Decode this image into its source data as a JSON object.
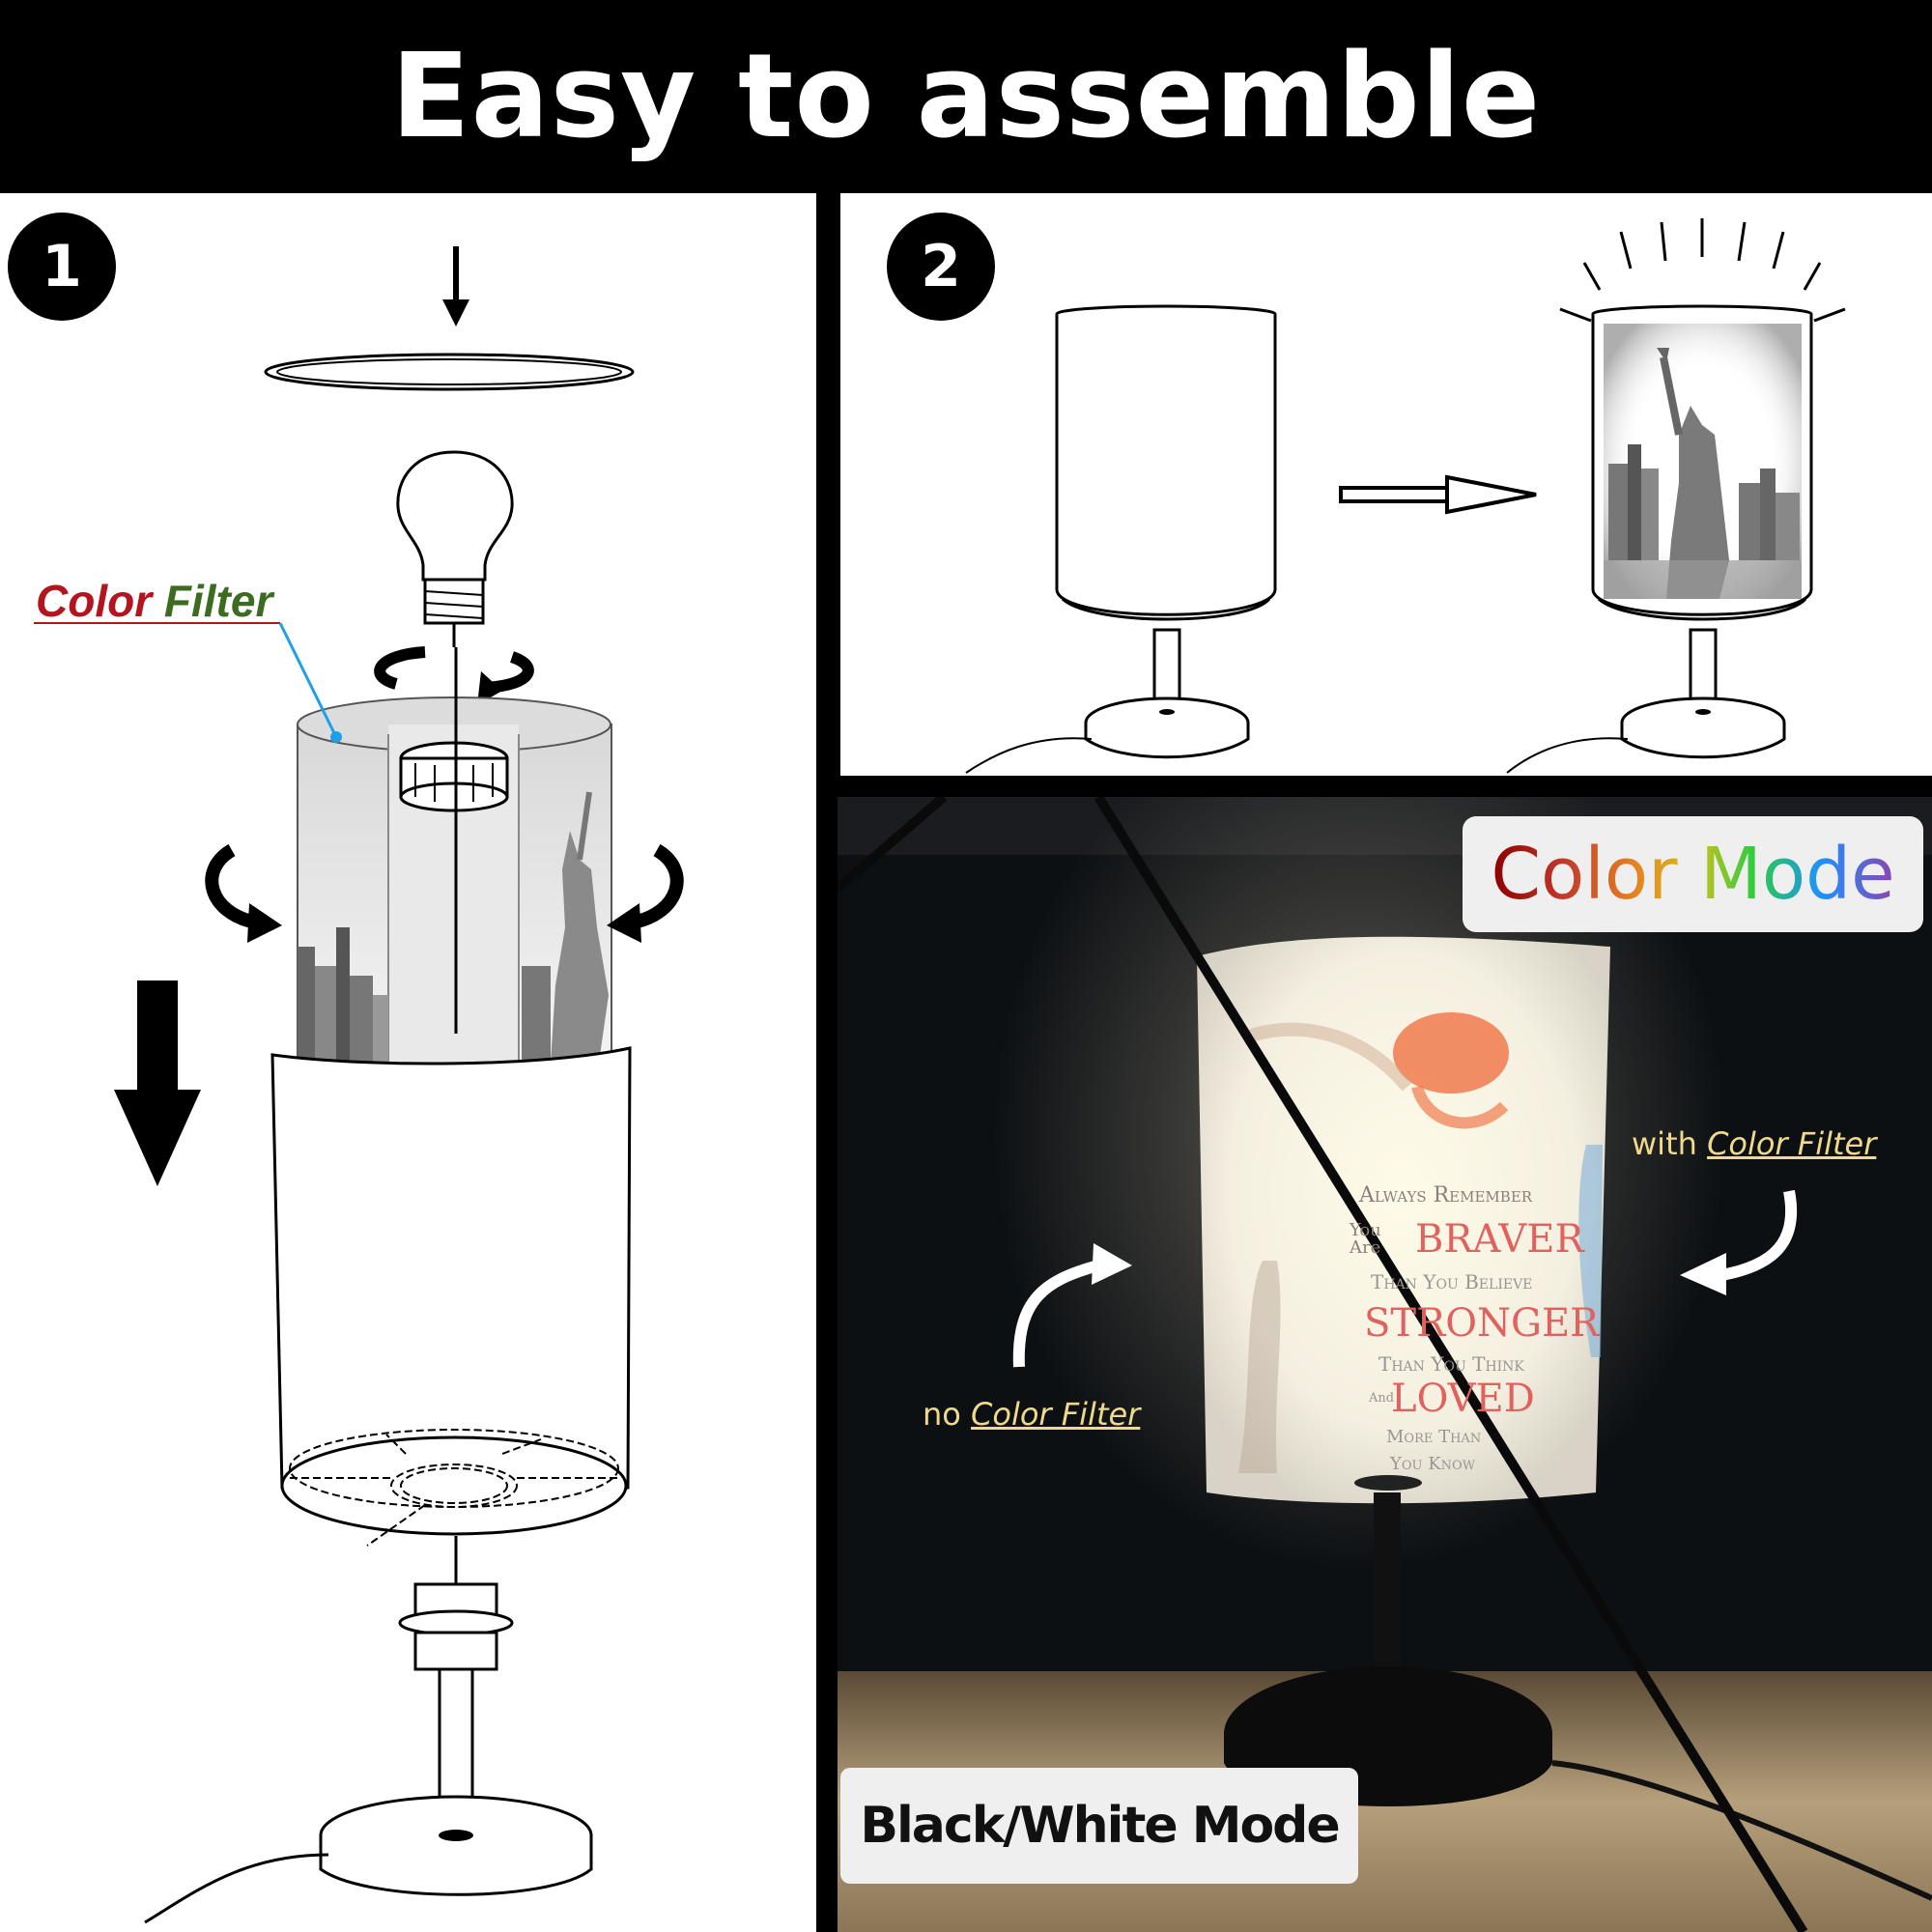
{
  "header": {
    "title": "Easy to assemble"
  },
  "step1": {
    "number": "1",
    "color_filter_word1": "Color",
    "color_filter_word2": "Filter"
  },
  "step2": {
    "number": "2"
  },
  "photo": {
    "color_mode_label": "Color Mode",
    "bw_mode_label": "Black/White Mode",
    "with_filter_prefix": "with",
    "with_filter_label": "Color Filter",
    "no_filter_prefix": "no",
    "no_filter_label": "Color Filter",
    "shade_text": {
      "line1": "Always Remember",
      "line2a": "You",
      "line2b": "Are",
      "line3": "BRAVER",
      "line4": "Than You Believe",
      "line5": "STRONGER",
      "line6": "Than You Think",
      "line7": "LOVED",
      "line7a": "And",
      "line8": "More Than",
      "line9": "You Know"
    }
  },
  "colors": {
    "background": "#000000",
    "panel": "#ffffff",
    "accent_yellow": "#f1d98a",
    "filter_red": "#b3141e",
    "filter_green": "#3d6b1f",
    "leader_blue": "#1ea0e6"
  }
}
